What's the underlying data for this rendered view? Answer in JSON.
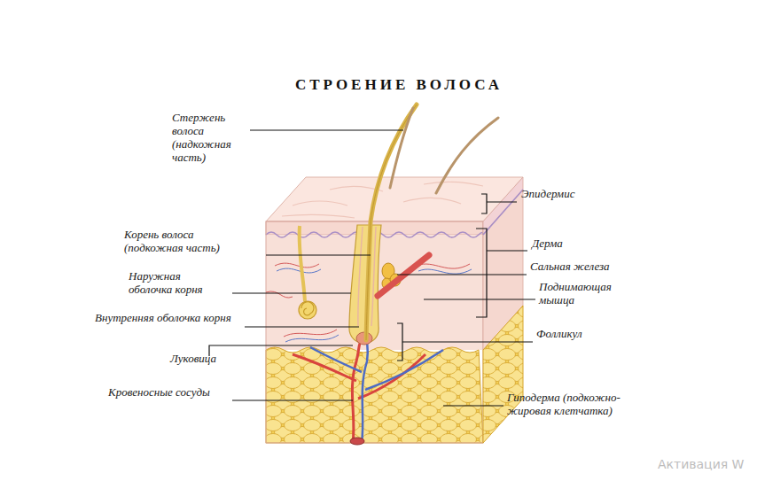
{
  "diagram": {
    "title": "СТРОЕНИЕ ВОЛОСА",
    "labels": [
      "Стержень волоса (надкожная часть)",
      "Корень волоса (подкожная часть)",
      "Наружная оболочка корня",
      "Внутренняя оболочка корня",
      "Луковица",
      "Кровеносные сосуды",
      "Эпидермис",
      "Дерма",
      "Сальная железа",
      "Поднимающая мышца",
      "Фолликул",
      "Гиподерма (подкожно-жировая клетчатка)",
      "Активация W"
    ]
  }
}
